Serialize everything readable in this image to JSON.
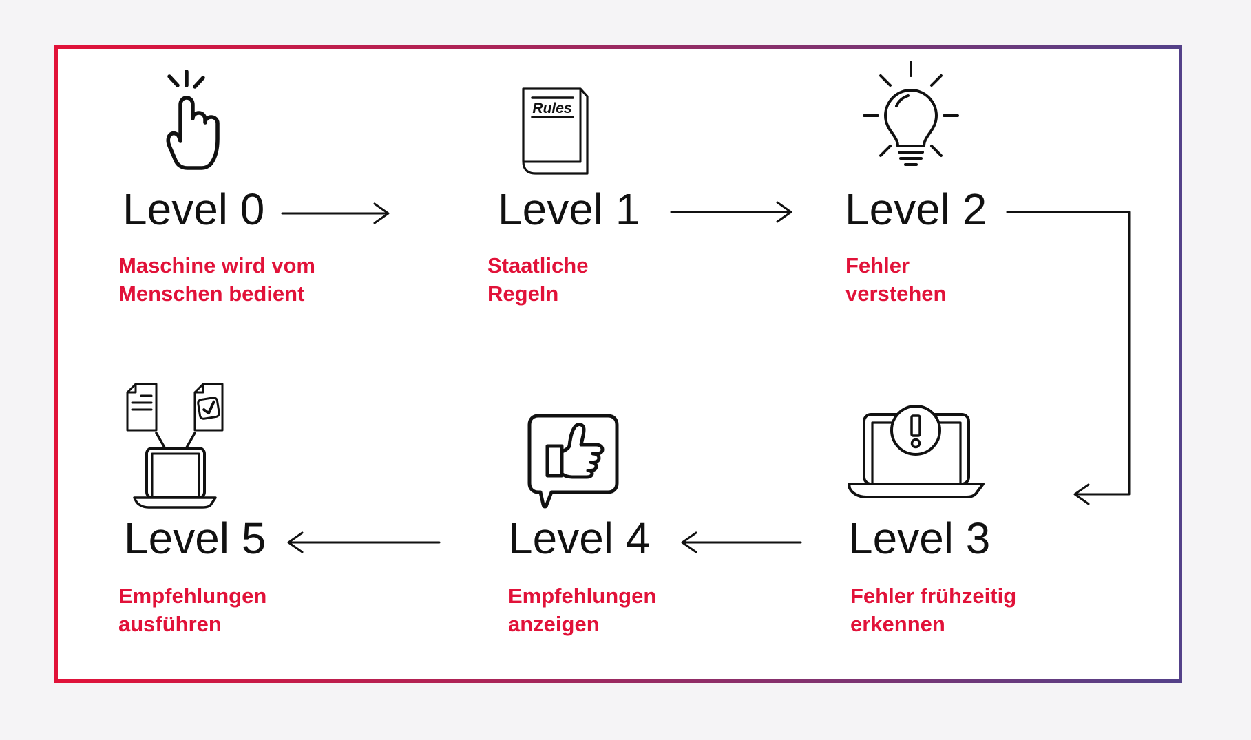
{
  "diagram": {
    "colors": {
      "accent_red": "#e11239",
      "accent_purple": "#544189",
      "ink": "#111111",
      "page_bg": "#f5f4f6",
      "panel_bg": "#ffffff"
    },
    "levels": [
      {
        "label": "Level 0",
        "description": "Maschine wird vom\nMenschen bedient",
        "icon": "tap-hand-icon"
      },
      {
        "label": "Level 1",
        "description": "Staatliche\nRegeln",
        "icon": "rules-book-icon",
        "book_title": "Rules"
      },
      {
        "label": "Level 2",
        "description": "Fehler\nverstehen",
        "icon": "lightbulb-icon"
      },
      {
        "label": "Level 3",
        "description": "Fehler frühzeitig\nerkennen",
        "icon": "laptop-warning-icon"
      },
      {
        "label": "Level 4",
        "description": "Empfehlungen\nanzeigen",
        "icon": "thumbs-up-bubble-icon"
      },
      {
        "label": "Level 5",
        "description": "Empfehlungen\nausführen",
        "icon": "laptop-documents-icon"
      }
    ],
    "flow_order": [
      "Level 0",
      "Level 1",
      "Level 2",
      "Level 3",
      "Level 4",
      "Level 5"
    ]
  }
}
